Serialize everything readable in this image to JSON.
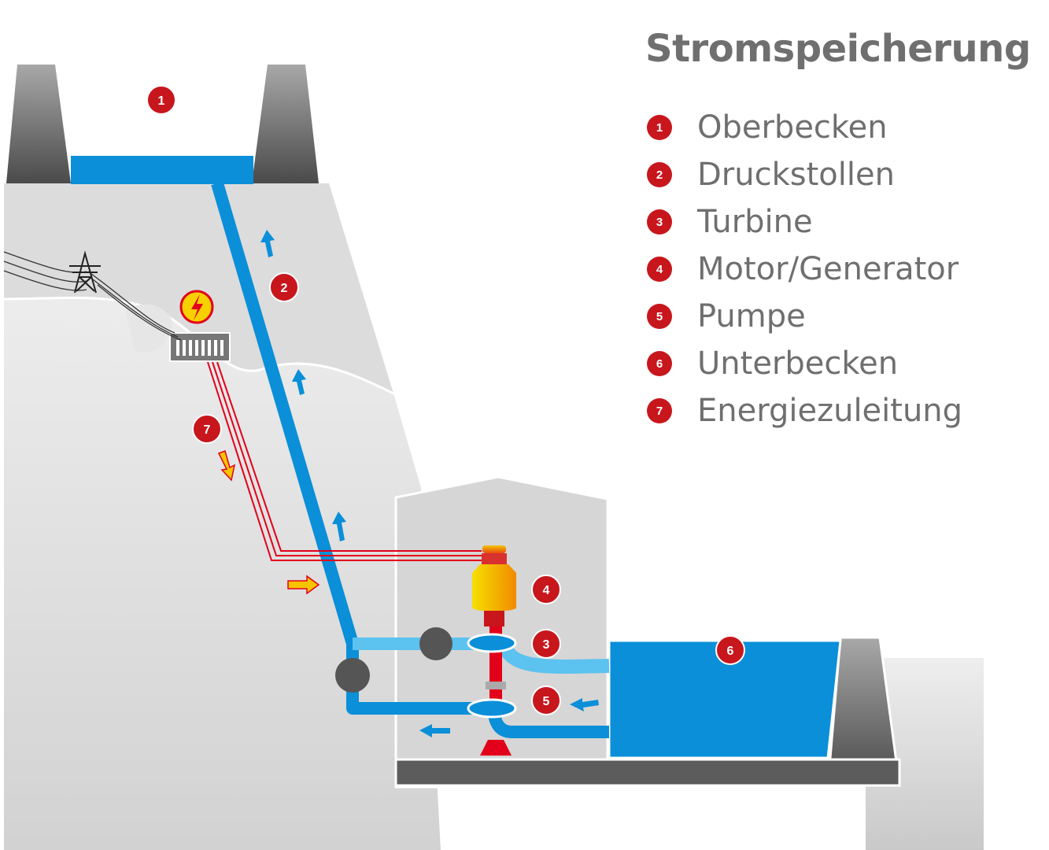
{
  "title": "Stromspeicherung",
  "legend": [
    {
      "num": "1",
      "label": "Oberbecken"
    },
    {
      "num": "2",
      "label": "Druckstollen"
    },
    {
      "num": "3",
      "label": "Turbine"
    },
    {
      "num": "4",
      "label": "Motor/Generator"
    },
    {
      "num": "5",
      "label": "Pumpe"
    },
    {
      "num": "6",
      "label": "Unterbecken"
    },
    {
      "num": "7",
      "label": "Energiezuleitung"
    }
  ],
  "markers": {
    "oberbecken": "1",
    "druckstollen": "2",
    "turbine": "3",
    "motor_generator": "4",
    "pumpe": "5",
    "unterbecken": "6",
    "energiezuleitung": "7"
  },
  "colors": {
    "marker": "#c8161d",
    "water": "#0a8fd8",
    "water_light": "#5cc2ef",
    "rock": "#d9d9d9",
    "rock_light": "#ececec",
    "dark_wall": "#666666",
    "text": "#6f6f6f",
    "arrow_flow": "#0a8fd8",
    "arrow_energy": "#f2a900"
  },
  "icons": [
    "power-pylon-icon",
    "lightning-warning-icon",
    "transformer-icon",
    "flow-arrow-icon",
    "energy-arrow-icon"
  ]
}
